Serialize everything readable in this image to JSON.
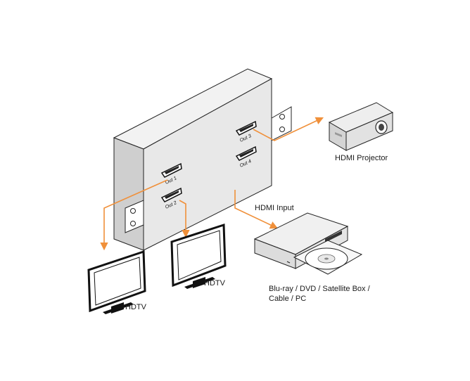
{
  "splitter": {
    "ports": [
      "Out 1",
      "Out 2",
      "Out 3",
      "Out 4"
    ]
  },
  "labels": {
    "hdmi_input": "HDMI Input",
    "projector": "HDMI Projector",
    "hdtv_left": "HDTV",
    "hdtv_right": "HDTV",
    "source_line1": "Blu-ray / DVD / Satellite Box /",
    "source_line2": "Cable / PC"
  },
  "colors": {
    "cable": "#f0903a",
    "box_front": "#e8e8e8",
    "box_side": "#cfcfcf",
    "box_top": "#f2f2f2",
    "outline": "#222222"
  }
}
